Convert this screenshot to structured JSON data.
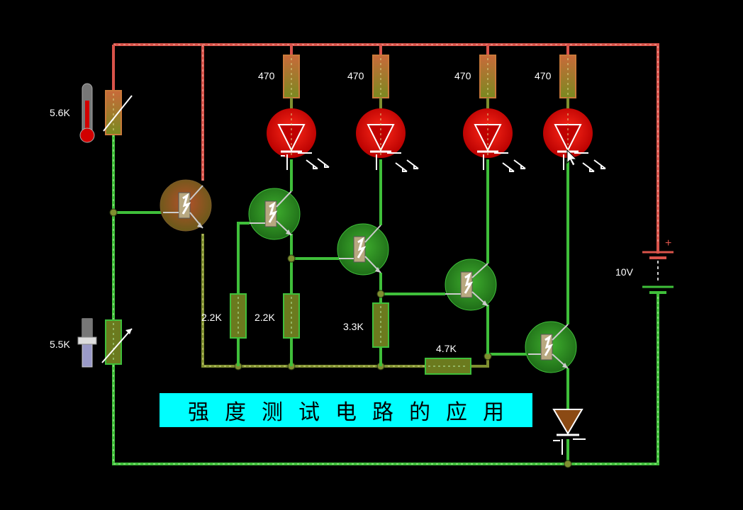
{
  "title": "强度测试电路的应用",
  "labels": {
    "thermistor": "5.6K",
    "pot": "5.5K",
    "led_res_1": "470",
    "led_res_2": "470",
    "led_res_3": "470",
    "led_res_4": "470",
    "base_res_1": "2.2K",
    "base_res_2": "2.2K",
    "base_res_3": "3.3K",
    "base_res_4": "4.7K",
    "battery": "10V",
    "battery_plus": "+"
  },
  "colors": {
    "background": "#000000",
    "wire_positive": "#d9534a",
    "wire_ground": "#3fbf3a",
    "led": "#e01010",
    "transistor": "#2e8f2a",
    "title_bg": "#00ffff"
  },
  "icons": [
    "thermometer-icon",
    "slider-icon",
    "led-icon",
    "transistor-icon",
    "diode-icon",
    "battery-icon",
    "cursor-icon"
  ]
}
